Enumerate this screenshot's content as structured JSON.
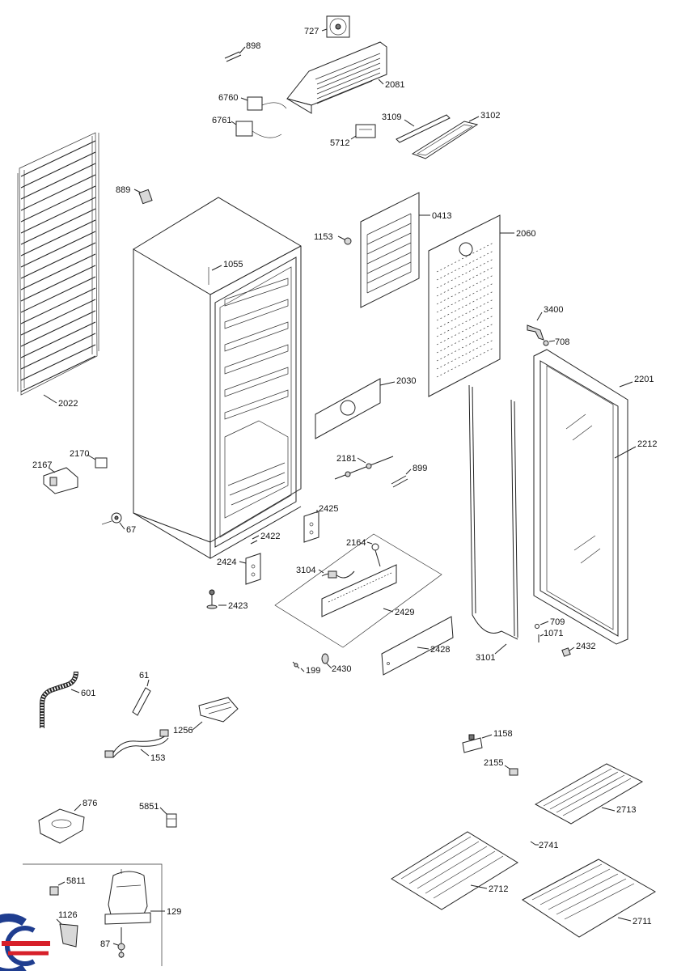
{
  "parts": {
    "p727": "727",
    "p898": "898",
    "p2081": "2081",
    "p6760": "6760",
    "p6761": "6761",
    "p5712": "5712",
    "p3109": "3109",
    "p3102": "3102",
    "p889": "889",
    "p0413": "0413",
    "p1153": "1153",
    "p2060": "2060",
    "p1055": "1055",
    "p2022": "2022",
    "p3400": "3400",
    "p708": "708",
    "p2201": "2201",
    "p2030": "2030",
    "p2212": "2212",
    "p2170": "2170",
    "p2167": "2167",
    "p2181": "2181",
    "p899": "899",
    "p2425": "2425",
    "p67": "67",
    "p2422": "2422",
    "p2164": "2164",
    "p2424": "2424",
    "p3104": "3104",
    "p2423": "2423",
    "p2429": "2429",
    "p709": "709",
    "p1071": "1071",
    "p2432": "2432",
    "p2428": "2428",
    "p199": "199",
    "p2430": "2430",
    "p3101": "3101",
    "p61": "61",
    "p601": "601",
    "p1256": "1256",
    "p153": "153",
    "p1158": "1158",
    "p2155": "2155",
    "p876": "876",
    "p5851": "5851",
    "p2713": "2713",
    "p2741": "2741",
    "p5811": "5811",
    "p129": "129",
    "p2712": "2712",
    "p1126": "1126",
    "p87": "87",
    "p2711": "2711"
  },
  "colors": {
    "logo_blue": "#1f3d8f",
    "logo_red": "#d7202a"
  },
  "icons": {
    "logo": "brand-logo-icon"
  }
}
